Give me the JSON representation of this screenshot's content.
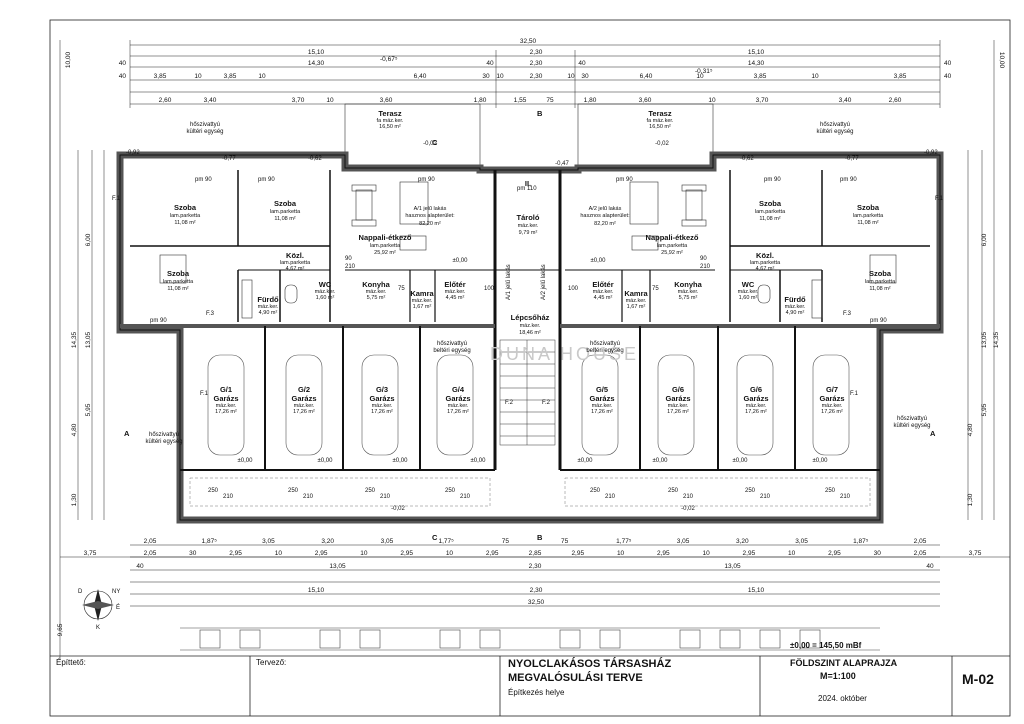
{
  "title_block": {
    "client_label": "Építtető:",
    "designer_label": "Tervező:",
    "project_title_1": "NYOLCLAKÁSOS TÁRSASHÁZ",
    "project_title_2": "MEGVALÓSULÁSI TERVE",
    "site_label": "Építkezés helye",
    "drawing_title": "FÖLDSZINT ALAPRAJZA",
    "scale": "M=1:100",
    "date": "2024. október",
    "sheet_no": "M-02",
    "level_note": "±0,00 = 145,50 mBf"
  },
  "watermark": "DUNA HOUSE",
  "top_dims": {
    "overall": "32,50",
    "row2": [
      "15,10",
      "2,30",
      "15,10"
    ],
    "row3": [
      "40",
      "14,30",
      "40",
      "2,30",
      "40",
      "14,30",
      "40"
    ],
    "row4": [
      "40",
      "3,85",
      "10",
      "3,85",
      "10",
      "6,40",
      "30",
      "10",
      "2,30",
      "10",
      "30",
      "6,40",
      "10",
      "3,85",
      "10",
      "3,85",
      "40"
    ],
    "row5": [
      "2,60",
      "3,40",
      "3,70",
      "10",
      "3,60",
      "1,80",
      "1,55",
      "75",
      "1,80",
      "3,60",
      "10",
      "3,70",
      "3,40",
      "2,60"
    ],
    "slopes": [
      "-0,67⁵",
      "-0,31⁵"
    ]
  },
  "bottom_dims": {
    "row1": [
      "2,05",
      "1,87⁵",
      "3,05",
      "3,20",
      "3,05",
      "1,77⁵",
      "75",
      "75",
      "1,77⁵",
      "3,05",
      "3,20",
      "3,05",
      "1,87⁵",
      "2,05"
    ],
    "row2": [
      "2,05",
      "30",
      "2,95",
      "10",
      "2,95",
      "10",
      "2,95",
      "10",
      "2,95",
      "2,85",
      "2,95",
      "10",
      "2,95",
      "10",
      "2,95",
      "10",
      "2,95",
      "30",
      "2,05"
    ],
    "row3": [
      "40",
      "13,05",
      "2,30",
      "13,05",
      "40"
    ],
    "row4": [
      "15,10",
      "2,30",
      "15,10"
    ],
    "overall": "32,50",
    "side": [
      "3,75",
      "3,75"
    ]
  },
  "left_dims": [
    "10,00",
    "14,35",
    "13,05",
    "6,00",
    "5,95",
    "4,80",
    "1,30",
    "9,65"
  ],
  "right_dims": [
    "10,00",
    "14,35",
    "13,05",
    "6,00",
    "5,95",
    "4,80",
    "1,30"
  ],
  "rooms": {
    "szoba_l1": {
      "name": "Szoba",
      "mat": "lam.parketta",
      "area": "11,08 m²"
    },
    "szoba_l2": {
      "name": "Szoba",
      "mat": "lam.parketta",
      "area": "11,08 m²"
    },
    "szoba_l3": {
      "name": "Szoba",
      "mat": "lam.parketta",
      "area": "11,08 m²"
    },
    "kozl_l": {
      "name": "Közl.",
      "mat": "lam.parketta",
      "area": "4,67 m²"
    },
    "nappali_l": {
      "name": "Nappali-étkező",
      "mat": "lam.parketta",
      "area": "25,92 m²"
    },
    "wc_l": {
      "name": "WC",
      "mat": "máz.ker.",
      "area": "1,60 m²"
    },
    "furdo_l": {
      "name": "Fürdő",
      "mat": "máz.ker.",
      "area": "4,90 m²"
    },
    "konyha_l": {
      "name": "Konyha",
      "mat": "máz.ker.",
      "area": "5,75 m²"
    },
    "kamra_l": {
      "name": "Kamra",
      "mat": "máz.ker.",
      "area": "1,67 m²"
    },
    "eloter_l": {
      "name": "Előtér",
      "mat": "máz.ker.",
      "area": "4,45 m²"
    },
    "lakas_l": {
      "name": "A/1 jelű lakás",
      "mat": "hasznos alapterület:",
      "area": "82,20 m²"
    },
    "terasz_l": {
      "name": "Terasz",
      "mat": "fa máz.ker.",
      "area": "16,50 m²"
    },
    "szoba_r1": {
      "name": "Szoba",
      "mat": "lam.parketta",
      "area": "11,08 m²"
    },
    "szoba_r2": {
      "name": "Szoba",
      "mat": "lam.parketta",
      "area": "11,08 m²"
    },
    "szoba_r3": {
      "name": "Szoba",
      "mat": "lam.parketta",
      "area": "11,08 m²"
    },
    "kozl_r": {
      "name": "Közl.",
      "mat": "lam.parketta",
      "area": "4,67 m²"
    },
    "nappali_r": {
      "name": "Nappali-étkező",
      "mat": "lam.parketta",
      "area": "25,92 m²"
    },
    "wc_r": {
      "name": "WC",
      "mat": "máz.ker.",
      "area": "1,60 m²"
    },
    "furdo_r": {
      "name": "Fürdő",
      "mat": "máz.ker.",
      "area": "4,90 m²"
    },
    "konyha_r": {
      "name": "Konyha",
      "mat": "máz.ker.",
      "area": "5,75 m²"
    },
    "kamra_r": {
      "name": "Kamra",
      "mat": "máz.ker.",
      "area": "1,67 m²"
    },
    "eloter_r": {
      "name": "Előtér",
      "mat": "máz.ker.",
      "area": "4,45 m²"
    },
    "lakas_r": {
      "name": "A/2 jelű lakás",
      "mat": "hasznos alapterület:",
      "area": "82,20 m²"
    },
    "terasz_r": {
      "name": "Terasz",
      "mat": "fa máz.ker.",
      "area": "16,50 m²"
    },
    "tarolo": {
      "name": "Tároló",
      "mat": "máz.ker.",
      "area": "9,79 m²"
    },
    "lepcsohaz": {
      "name": "Lépcsőház",
      "mat": "máz.ker.",
      "area": "18,46 m²"
    }
  },
  "garages": [
    {
      "id": "G/1",
      "name": "Garázs",
      "mat": "máz.ker.",
      "area": "17,26 m²"
    },
    {
      "id": "G/2",
      "name": "Garázs",
      "mat": "máz.ker.",
      "area": "17,26 m²"
    },
    {
      "id": "G/3",
      "name": "Garázs",
      "mat": "máz.ker.",
      "area": "17,26 m²"
    },
    {
      "id": "G/4",
      "name": "Garázs",
      "mat": "máz.ker.",
      "area": "17,26 m²"
    },
    {
      "id": "G/5",
      "name": "Garázs",
      "mat": "máz.ker.",
      "area": "17,26 m²"
    },
    {
      "id": "G/6",
      "name": "Garázs",
      "mat": "máz.ker.",
      "area": "17,26 m²"
    },
    {
      "id": "G/6",
      "name": "Garázs",
      "mat": "máz.ker.",
      "area": "17,26 m²"
    },
    {
      "id": "G/7",
      "name": "Garázs",
      "mat": "máz.ker.",
      "area": "17,26 m²"
    }
  ],
  "labels": {
    "hoszivattyu_1": "hőszivattyú",
    "hoszivattyu_2": "kültéri egység",
    "hoszivattyu_3": "beltéri egység",
    "pm90": "pm 90",
    "pm110": "pm 110",
    "level_zero": "±0,00",
    "garage_level": "-0,02",
    "terrace_level": "-0,02",
    "stair_level": "-0,47",
    "door_210": "210",
    "door_90": "90",
    "door_75": "75",
    "door_100": "100",
    "door_250": "250",
    "section_a": "A",
    "section_b": "B",
    "section_c": "C",
    "f1": "F.1",
    "f2": "F.2",
    "f3": "F.3",
    "roof_1": "-0,92",
    "roof_2": "-0,77",
    "roof_3": "-0,62",
    "stair_roman": "II.",
    "north_1": "D",
    "north_2": "É",
    "north_3": "NY",
    "north_4": "K",
    "a1_door": "A/1 jelű lakás",
    "a2_door": "A/2 jelű lakás"
  }
}
